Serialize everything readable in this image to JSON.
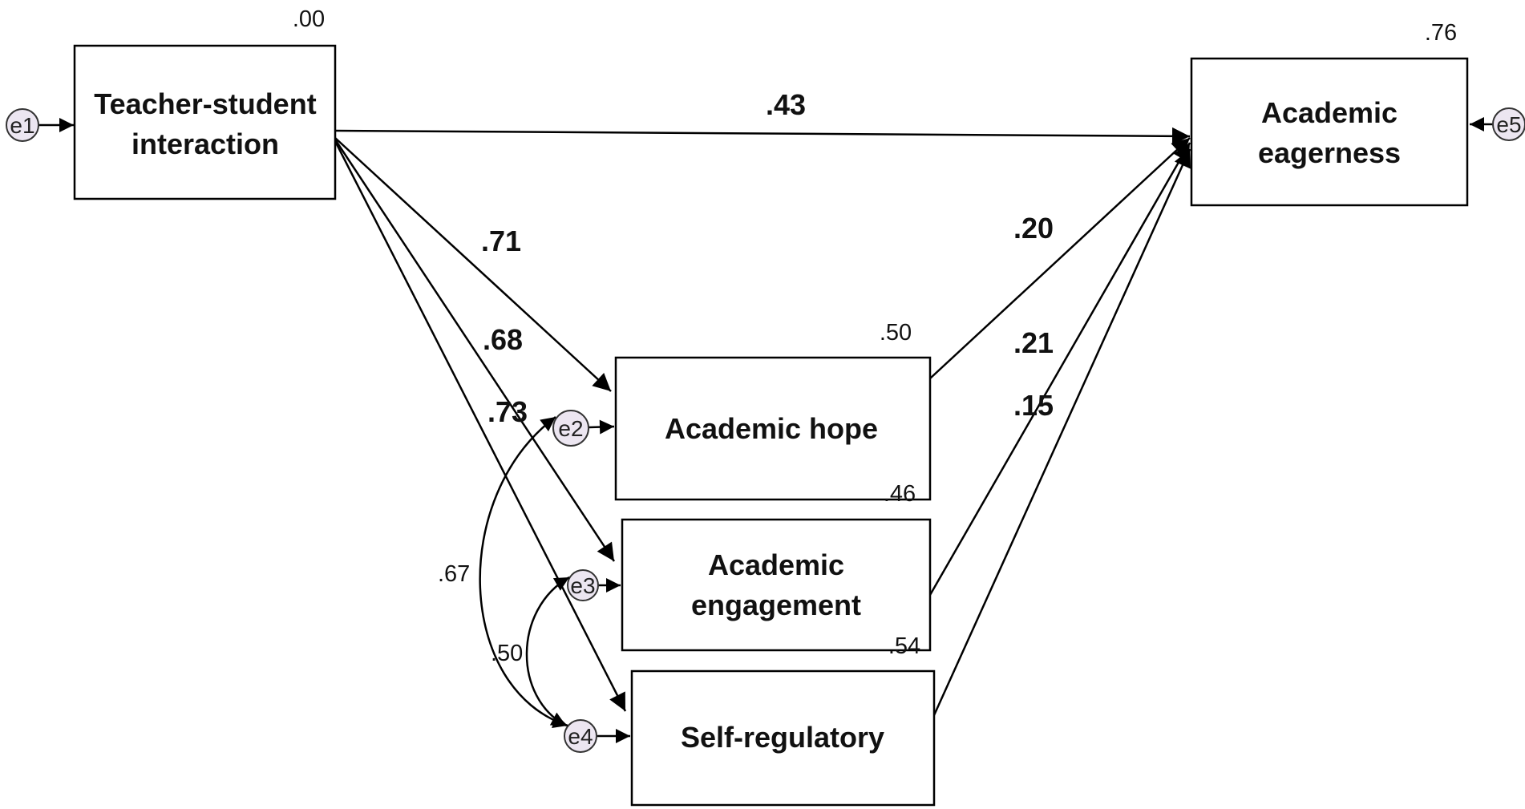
{
  "nodes": {
    "teacher_student": {
      "line1": "Teacher-student",
      "line2": "interaction",
      "r2": ".00"
    },
    "eagerness": {
      "line1": "Academic",
      "line2": "eagerness",
      "r2": ".76"
    },
    "hope": {
      "label": "Academic hope",
      "r2": ".50"
    },
    "engagement": {
      "line1": "Academic",
      "line2": "engagement",
      "r2": ".46"
    },
    "self_regulatory": {
      "label": "Self-regulatory",
      "r2": ".54"
    }
  },
  "errors": {
    "e1": "e1",
    "e2": "e2",
    "e3": "e3",
    "e4": "e4",
    "e5": "e5"
  },
  "paths": {
    "ts_to_eagerness": ".43",
    "ts_to_hope": ".71",
    "ts_to_engagement": ".68",
    "ts_to_selfreg": ".73",
    "hope_to_eagerness": ".20",
    "engagement_to_eagerness": ".21",
    "selfreg_to_eagerness": ".15"
  },
  "covariances": {
    "e2_e4": ".67",
    "e3_e4": ".50"
  }
}
